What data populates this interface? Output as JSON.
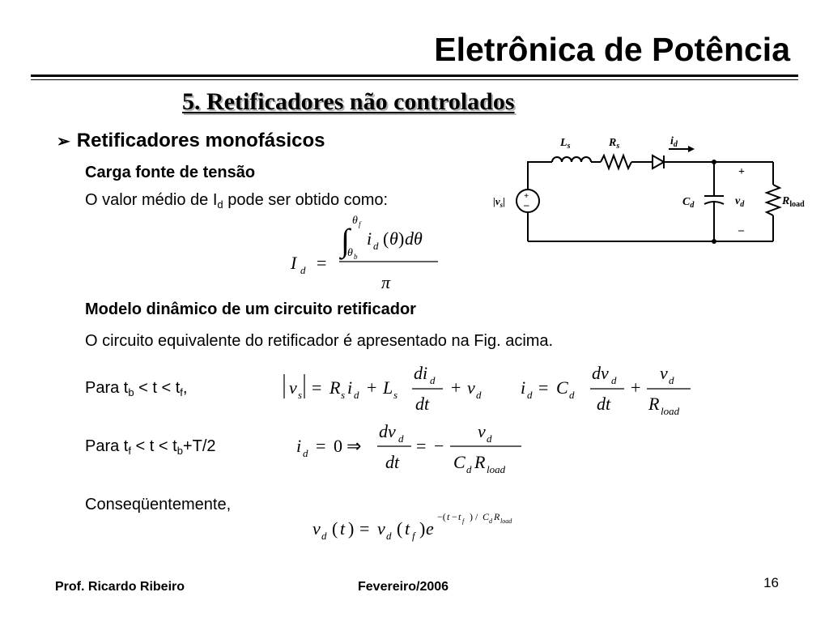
{
  "header": {
    "title": "Eletrônica de Potência",
    "subtitle": "5. Retificadores não controlados"
  },
  "section": {
    "bullet": "Retificadores monofásicos",
    "heading1": "Carga fonte de tensão",
    "line1_pre": "O valor médio de I",
    "line1_sub": "d",
    "line1_post": " pode ser obtido como:",
    "heading2": "Modelo dinâmico de um circuito retificador",
    "line2": "O circuito equivalente do retificador é apresentado na Fig. acima.",
    "cond1": {
      "p1": "Para t",
      "s1": "b",
      "p2": " < t < t",
      "s2": "f",
      "p3": ","
    },
    "cond2": {
      "p1": "Para t",
      "s1": "f",
      "p2": " < t < t",
      "s2": "b",
      "p3": "+T/2"
    },
    "consequently": "Conseqüentemente,"
  },
  "circuit": {
    "labels": {
      "Ls": "L",
      "Ls_sub": "s",
      "Rs": "R",
      "Rs_sub": "s",
      "id": "i",
      "id_sub": "d",
      "vs": "|v",
      "vs_sub": "s",
      "vs_end": "|",
      "Cd": "C",
      "Cd_sub": "d",
      "vd": "v",
      "vd_sub": "d",
      "Rload": "R",
      "Rload_sub": "load",
      "plus": "+",
      "minus": "–"
    }
  },
  "footer": {
    "author": "Prof. Ricardo Ribeiro",
    "date": "Fevereiro/2006",
    "page": "16"
  }
}
